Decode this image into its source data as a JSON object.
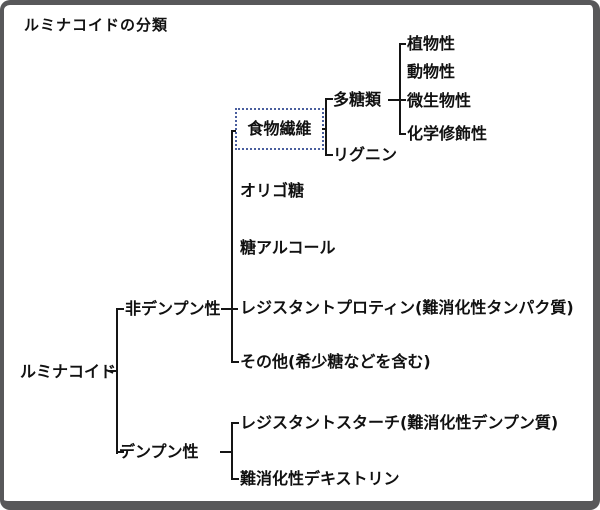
{
  "title": "ルミナコイドの分類",
  "colors": {
    "background": "#ffffff",
    "frame_border": "#58585a",
    "line": "#151515",
    "text": "#111111",
    "highlight_box_border": "#4a5f9e"
  },
  "tree": {
    "root": {
      "label": "ルミナコイド"
    },
    "branches": [
      {
        "label": "非デンプン性",
        "children": [
          {
            "label": "食物繊維",
            "emphasis": "dotted-box",
            "children": [
              {
                "label": "多糖類",
                "children": [
                  {
                    "label": "植物性"
                  },
                  {
                    "label": "動物性"
                  },
                  {
                    "label": "微生物性"
                  },
                  {
                    "label": "化学修飾性"
                  }
                ]
              },
              {
                "label": "リグニン"
              }
            ]
          },
          {
            "label": "オリゴ糖"
          },
          {
            "label": "糖アルコール"
          },
          {
            "label": "レジスタントプロティン(難消化性タンパク質)"
          },
          {
            "label": "その他(希少糖などを含む)"
          }
        ]
      },
      {
        "label": "デンプン性",
        "children": [
          {
            "label": "レジスタントスターチ(難消化性デンプン質)"
          },
          {
            "label": "難消化性デキストリン"
          }
        ]
      }
    ]
  }
}
